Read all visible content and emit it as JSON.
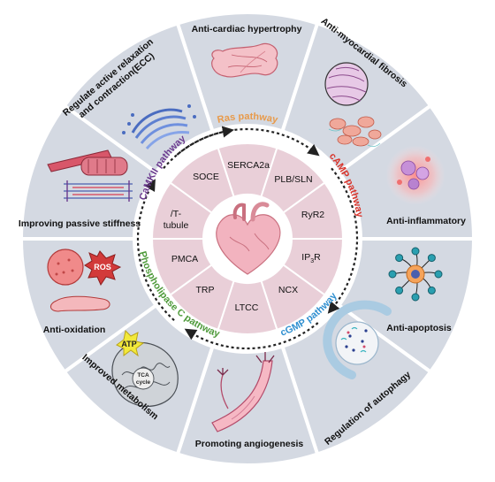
{
  "outer_ring": {
    "segments": [
      {
        "id": "anti-cardiac-hypertrophy",
        "label": "Anti-cardiac hypertrophy"
      },
      {
        "id": "anti-myocardial-fibrosis",
        "label": "Anti-myocardial fibrosis"
      },
      {
        "id": "anti-inflammatory",
        "label": "Anti-inflammatory"
      },
      {
        "id": "anti-apoptosis",
        "label": "Anti-apoptosis"
      },
      {
        "id": "regulation-of-autophagy",
        "label": "Regulation of autophagy"
      },
      {
        "id": "promoting-angiogenesis",
        "label": "Promoting angiogenesis"
      },
      {
        "id": "improved-metabolism",
        "label": "Improved  metabolism"
      },
      {
        "id": "anti-oxidation",
        "label": "Anti-oxidation"
      },
      {
        "id": "improving-passive-stiffness",
        "label": "Improving passive stiffness"
      },
      {
        "id": "regulate-ecc",
        "label_line1": "Regulate active relaxation",
        "label_line2": "and contraction(ECC)"
      }
    ],
    "icon_text": {
      "ros": "ROS",
      "atp": "ATP",
      "tca_line1": "TCA",
      "tca_line2": "cycle"
    }
  },
  "pathways": [
    {
      "id": "ras",
      "label": "Ras pathway",
      "color": "#e89a4a"
    },
    {
      "id": "camp",
      "label": "cAMP pathway",
      "color": "#d9342b"
    },
    {
      "id": "cgmp",
      "label": "cGMP pathway",
      "color": "#2f8fd0"
    },
    {
      "id": "plc",
      "label": "Phospholipase C pathway",
      "color": "#4e9a3a"
    },
    {
      "id": "camkii",
      "label": "CaMKII pathway",
      "color": "#6b3a8e"
    }
  ],
  "inner_ring": {
    "targets": {
      "serca2a": "SERCA2a",
      "plb_sln": "PLB/SLN",
      "ryr2": "RyR2",
      "ip3r_main": "IP",
      "ip3r_sub": "3",
      "ip3r_end": "R",
      "ncx": "NCX",
      "ltcc": "LTCC",
      "trp": "TRP",
      "pmca": "PMCA",
      "ttubule_line1": "/T-",
      "ttubule_line2": "tubule",
      "soce": "SOCE"
    }
  },
  "colors": {
    "outer_fill": "#d4d9e2",
    "outer_stroke": "#ffffff",
    "inner_fill": "#e9cfd8",
    "center_fill": "#ffffff",
    "heart": "#f2b3bf"
  }
}
